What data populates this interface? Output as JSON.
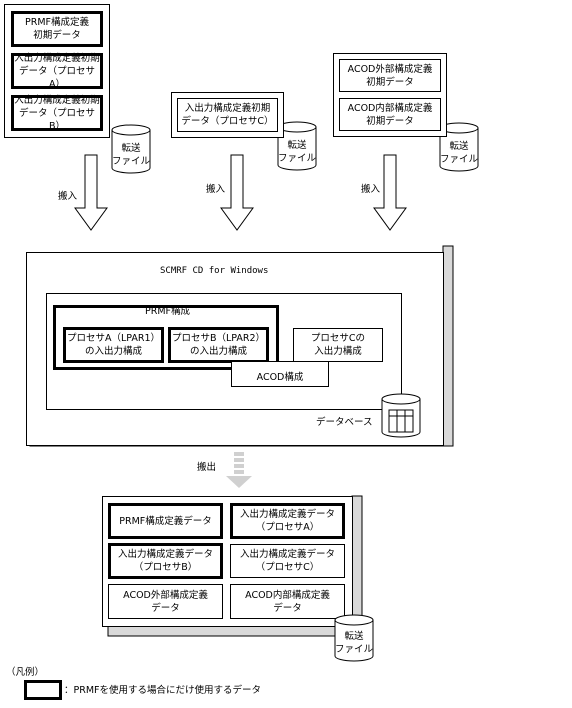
{
  "group_a": {
    "prmf_initial": "PRMF構成定義\n初期データ",
    "io_initial_a": "入出力構成定義初期\nデータ（プロセサA）",
    "io_initial_b": "入出力構成定義初期\nデータ（プロセサB）"
  },
  "group_c": {
    "io_initial_c": "入出力構成定義初期\nデータ（プロセサC）"
  },
  "group_acod": {
    "acod_ext_initial": "ACOD外部構成定義\n初期データ",
    "acod_int_initial": "ACOD内部構成定義\n初期データ"
  },
  "transfer_file": "転送\nファイル",
  "import_label": "搬入",
  "export_label": "搬出",
  "scmrf": {
    "title": "SCMRF CD for Windows",
    "prmf_config": "PRMF構成",
    "proc_a": "プロセサA（LPAR1）\nの入出力構成",
    "proc_b": "プロセサB（LPAR2）\nの入出力構成",
    "proc_c": "プロセサCの\n入出力構成",
    "acod_config": "ACOD構成",
    "database": "データベース"
  },
  "output": {
    "prmf_def": "PRMF構成定義データ",
    "io_def_a": "入出力構成定義データ\n（プロセサA）",
    "io_def_b": "入出力構成定義データ\n（プロセサB）",
    "io_def_c": "入出力構成定義データ\n（プロセサC）",
    "acod_ext_def": "ACOD外部構成定義\nデータ",
    "acod_int_def": "ACOD内部構成定義\nデータ"
  },
  "legend": {
    "title": "（凡例）",
    "text": "：PRMFを使用する場合にだけ使用するデータ"
  }
}
